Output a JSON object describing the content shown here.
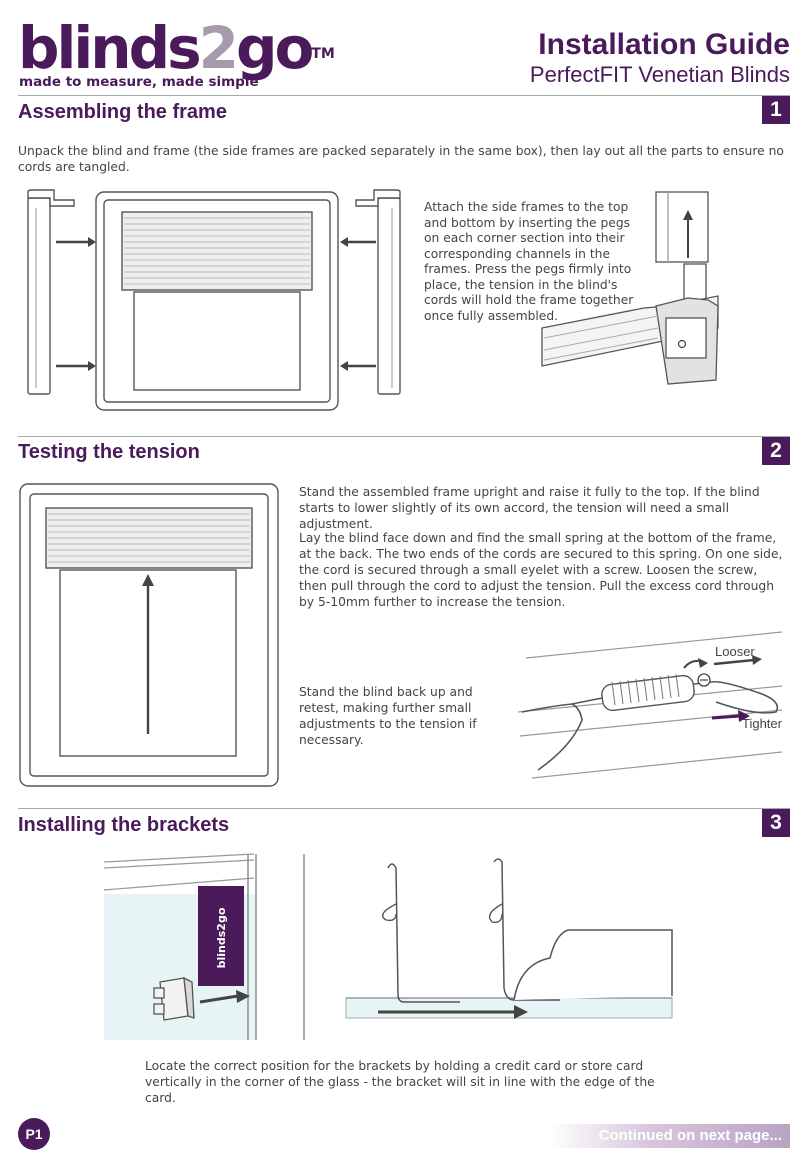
{
  "brand": {
    "wordmark_start": "blinds",
    "wordmark_two": "2",
    "wordmark_end": "go",
    "trademark": "TM",
    "tagline": "made to measure, made simple",
    "color": "#4a1a5a"
  },
  "header": {
    "title": "Installation Guide",
    "subtitle": "PerfectFIT Venetian Blinds"
  },
  "sections": [
    {
      "number": "1",
      "title": "Assembling the frame",
      "intro": "Unpack the blind and frame (the side frames are packed separately in the same box), then lay out all the parts to ensure no cords are tangled.",
      "instruction": "Attach the side frames to the top and bottom by inserting the pegs on each corner section into their corresponding channels in the frames. Press the pegs firmly into place, the tension in the blind's cords will hold the frame together once fully assembled."
    },
    {
      "number": "2",
      "title": "Testing the tension",
      "para1": "Stand the assembled frame upright and raise it fully to the top. If the blind starts to lower slightly of its own accord, the tension will need a small adjustment.",
      "para2": "Lay the blind face down and find the small spring at the bottom of the frame, at the back. The two ends of the cords are secured to this spring. On one side, the cord is secured through a small eyelet with a screw. Loosen the screw, then pull through the cord to adjust the tension. Pull the excess cord through by 5-10mm further to increase the tension.",
      "para3": "Stand the blind back up and retest, making further small adjustments to the tension if necessary.",
      "label_looser": "Looser",
      "label_tighter": "Tighter"
    },
    {
      "number": "3",
      "title": "Installing the brackets",
      "card_brand": "blinds2go",
      "caption": "Locate the correct position for the brackets by holding a credit card or store card vertically in the corner of the glass - the bracket will sit in line with the edge of the card."
    }
  ],
  "footer": {
    "page": "P1",
    "continued": "Continued on next page..."
  }
}
